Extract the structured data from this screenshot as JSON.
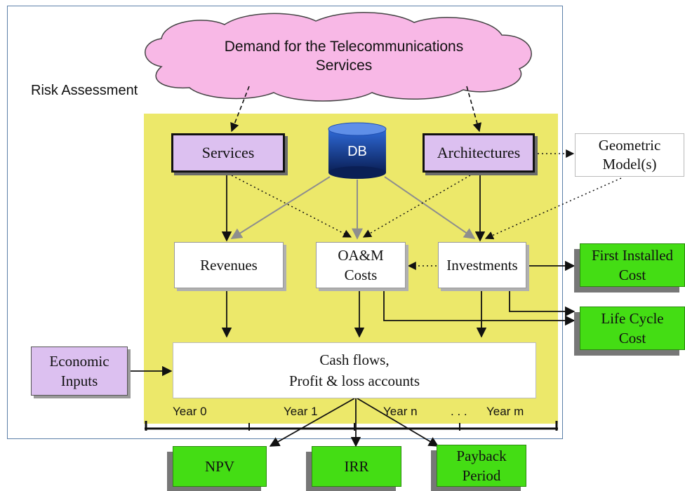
{
  "cloud": {
    "line1": "Demand for the Telecommunications",
    "line2": "Services"
  },
  "risk_label": "Risk Assessment",
  "services": "Services",
  "db": "DB",
  "architectures": "Architectures",
  "geometric": {
    "line1": "Geometric",
    "line2": "Model(s)"
  },
  "revenues": "Revenues",
  "oam": {
    "line1": "OA&M",
    "line2": "Costs"
  },
  "investments": "Investments",
  "first_installed": {
    "line1": "First Installed",
    "line2": "Cost"
  },
  "life_cycle": {
    "line1": "Life Cycle",
    "line2": "Cost"
  },
  "economic": {
    "line1": "Economic",
    "line2": "Inputs"
  },
  "cashflows": {
    "line1": "Cash flows,",
    "line2": "Profit & loss accounts"
  },
  "years": {
    "y0": "Year 0",
    "y1": "Year 1",
    "yn": "Year n",
    "dots": ". . .",
    "ym": "Year m"
  },
  "npv": "NPV",
  "irr": "IRR",
  "payback": {
    "line1": "Payback",
    "line2": "Period"
  },
  "colors": {
    "yellow_panel": "#ece86a",
    "purple": "#dcc0f0",
    "green": "#44dd14",
    "cloud": "#f8b8e6",
    "db": "#1f4fb0"
  }
}
